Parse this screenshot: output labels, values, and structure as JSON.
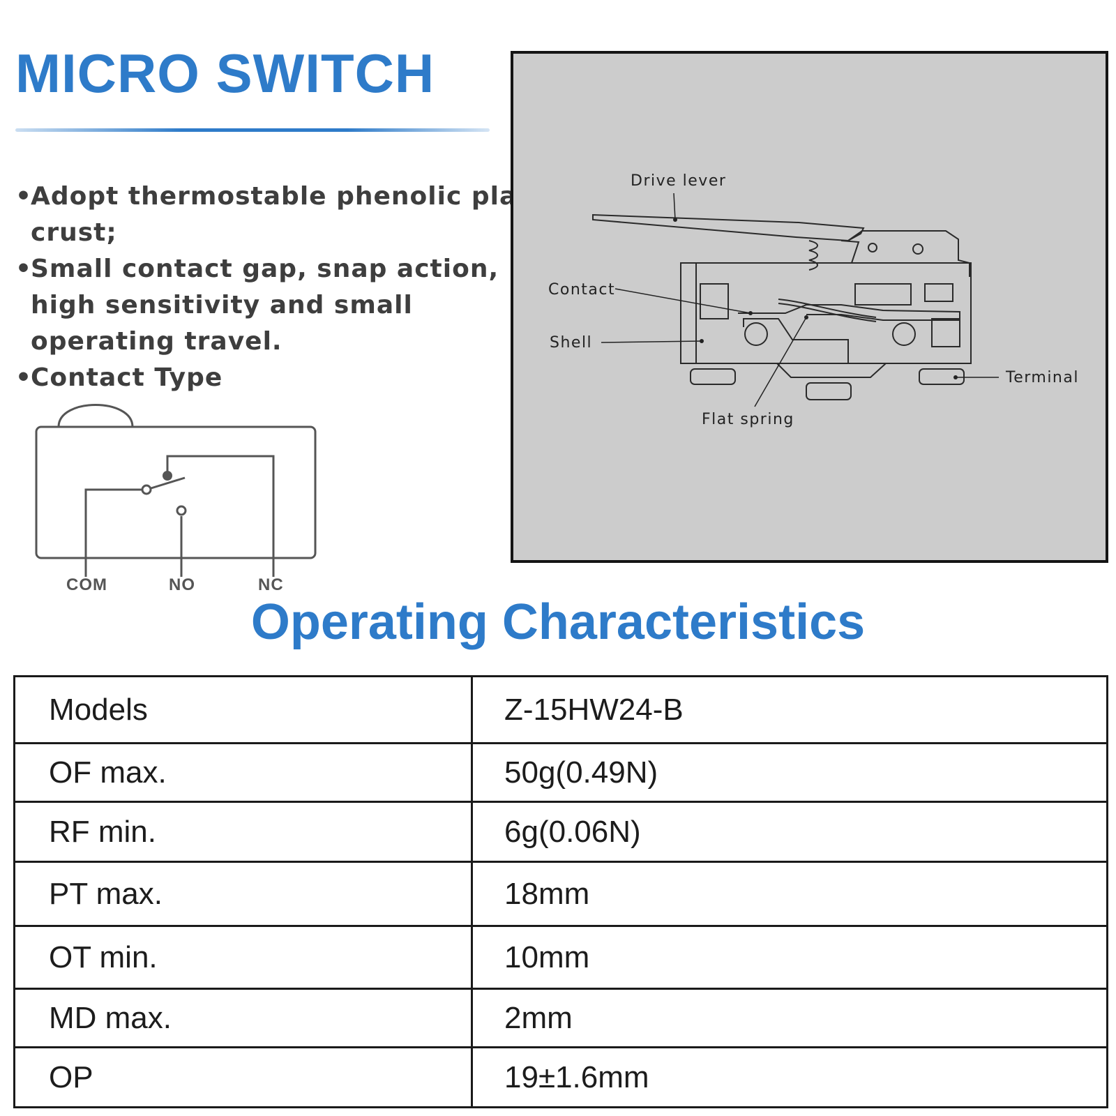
{
  "header": {
    "title": "MICRO SWITCH",
    "accent_color": "#2e7bc9"
  },
  "features": [
    {
      "lines": [
        "Adopt thermostable phenolic plastic",
        "crust;"
      ]
    },
    {
      "lines": [
        "Small contact gap, snap action,",
        "high sensitivity and small",
        "operating travel."
      ]
    },
    {
      "lines": [
        "Contact Type"
      ]
    }
  ],
  "contact_type": {
    "pins": [
      "COM",
      "NO",
      "NC"
    ]
  },
  "figure": {
    "background": "#cccccc",
    "labels": {
      "drive_lever": "Drive lever",
      "contact": "Contact",
      "shell": "Shell",
      "terminal": "Terminal",
      "flat_spring": "Flat spring"
    }
  },
  "characteristics": {
    "title": "Operating Characteristics",
    "rows": [
      {
        "param": "Models",
        "value": "Z-15HW24-B"
      },
      {
        "param": "OF max.",
        "value": "50g(0.49N)"
      },
      {
        "param": "RF min.",
        "value": "6g(0.06N)"
      },
      {
        "param": "PT max.",
        "value": "18mm"
      },
      {
        "param": "OT min.",
        "value": "10mm"
      },
      {
        "param": "MD max.",
        "value": "2mm"
      },
      {
        "param": "OP",
        "value": "19±1.6mm"
      }
    ]
  }
}
